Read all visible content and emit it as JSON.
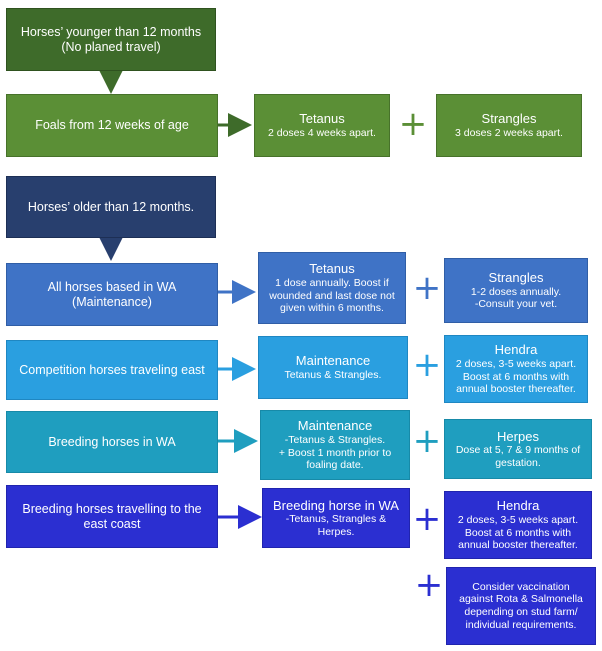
{
  "section1": {
    "header": [
      "Horses’ younger than 12 months",
      "(No planed travel)"
    ],
    "row": {
      "label": "Foals from 12 weeks of age",
      "box1": {
        "title": "Tetanus",
        "lines": [
          "2 doses 4 weeks apart."
        ]
      },
      "box2": {
        "title": "Strangles",
        "lines": [
          "3 doses 2 weeks apart."
        ]
      }
    }
  },
  "section2": {
    "header": "Horses’ older than 12 months.",
    "rows": [
      {
        "label": [
          "All horses based in WA",
          "(Maintenance)"
        ],
        "box1": {
          "title": "Tetanus",
          "lines": [
            "1 dose annually. Boost if",
            "wounded and last dose not",
            "given within 6 months."
          ]
        },
        "box2": {
          "title": "Strangles",
          "lines": [
            "1-2 doses annually.",
            "-Consult your vet."
          ]
        }
      },
      {
        "label": [
          "Competition horses traveling east"
        ],
        "box1": {
          "title": "Maintenance",
          "lines": [
            "Tetanus & Strangles."
          ]
        },
        "box2": {
          "title": "Hendra",
          "lines": [
            "2 doses, 3-5 weeks apart.",
            "Boost at 6 months with",
            "annual booster thereafter."
          ]
        }
      },
      {
        "label": [
          "Breeding horses in WA"
        ],
        "box1": {
          "title": "Maintenance",
          "lines": [
            "-Tetanus & Strangles.",
            "+ Boost 1 month prior to",
            "foaling date."
          ]
        },
        "box2": {
          "title": "Herpes",
          "lines": [
            "Dose at 5, 7 & 9 months of",
            "gestation."
          ]
        }
      },
      {
        "label": [
          "Breeding horses travelling to the",
          "east coast"
        ],
        "box1": {
          "title": "Breeding horse in WA",
          "lines": [
            "-Tetanus, Strangles &",
            "Herpes."
          ]
        },
        "box2": {
          "title": "Hendra",
          "lines": [
            "2 doses, 3-5 weeks apart.",
            "Boost at 6 months with",
            "annual booster thereafter."
          ]
        }
      }
    ],
    "extra": {
      "lines": [
        "Consider vaccination",
        "against Rota & Salmonella",
        "depending on stud farm/",
        "individual requirements."
      ]
    }
  },
  "plus_symbol": "+",
  "colors": {
    "dark_green": "#3e6b2a",
    "green": "#5b8f36",
    "navy": "#283f6e",
    "medium_blue": "#3f73c6",
    "sky_blue": "#2a9fe0",
    "teal": "#1f9ebf",
    "royal_blue": "#2b2fd1"
  }
}
